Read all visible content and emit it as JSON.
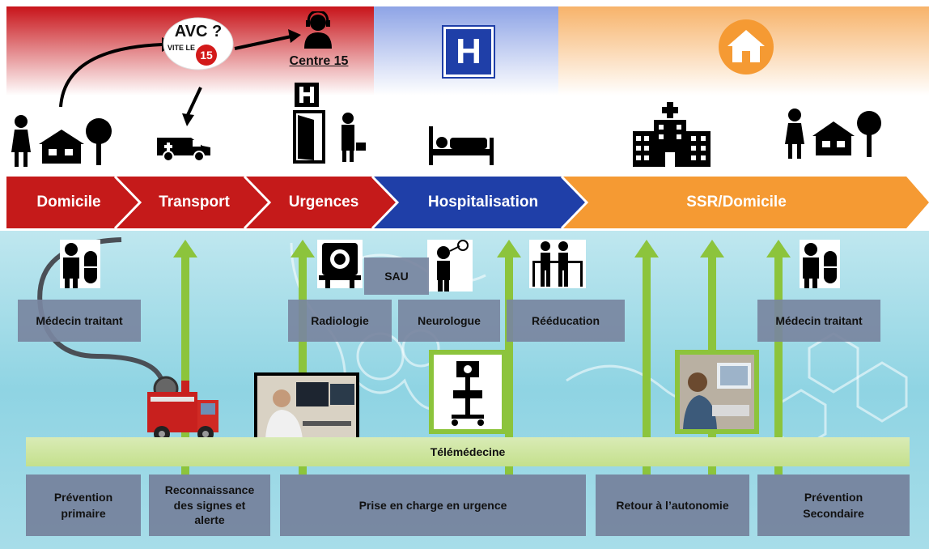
{
  "top": {
    "avc_badge": {
      "line1": "AVC ?",
      "line2": "VITE LE",
      "line3": "15"
    },
    "centre15_label": "Centre 15",
    "hospital_sign": "H"
  },
  "stages": [
    {
      "label": "Domicile",
      "color": "#c51a1a"
    },
    {
      "label": "Transport",
      "color": "#c51a1a"
    },
    {
      "label": "Urgences",
      "color": "#c51a1a"
    },
    {
      "label": "Hospitalisation",
      "color": "#1f3fa8"
    },
    {
      "label": "SSR/Domicile",
      "color": "#f59a33"
    }
  ],
  "actors": {
    "sau": "SAU",
    "medecin_traitant_1": "Médecin traitant",
    "radiologie": "Radiologie",
    "neurologue": "Neurologue",
    "reeducation": "Rééducation",
    "medecin_traitant_2": "Médecin traitant"
  },
  "telemedecine": "Télémédecine",
  "phases": [
    "Prévention primaire",
    "Reconnaissance des signes et alerte",
    "Prise en charge en urgence",
    "Retour à l’autonomie",
    "Prévention Secondaire"
  ],
  "phases_lines": [
    [
      "Prévention",
      "primaire"
    ],
    [
      "Reconnaissance",
      "des signes et",
      "alerte"
    ],
    [
      "Prise en charge en urgence"
    ],
    [
      "Retour à l’autonomie"
    ],
    [
      "Prévention",
      "Secondaire"
    ]
  ],
  "colors": {
    "red": "#c51a1a",
    "blue": "#1f3fa8",
    "orange": "#f59a33",
    "green_arrow": "#8cc43c"
  }
}
